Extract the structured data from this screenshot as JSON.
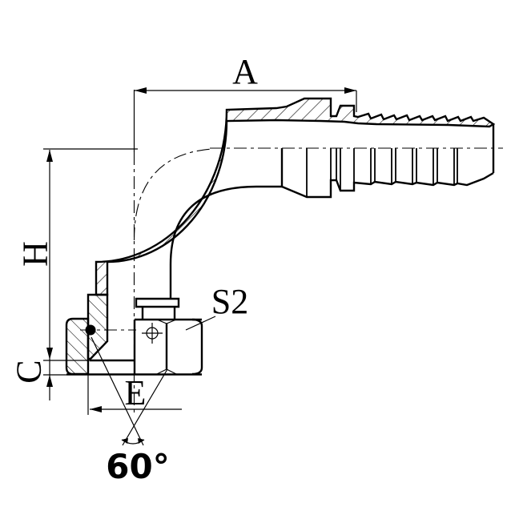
{
  "drawing": {
    "title": "90 degree elbow hose fitting sectional drawing",
    "background_color": "#ffffff",
    "line_color": "#000000"
  },
  "labels": {
    "dim_a": "A",
    "dim_h": "H",
    "dim_c": "C",
    "dim_e": "E",
    "hex_size": "S2",
    "cone_angle": "60°"
  }
}
